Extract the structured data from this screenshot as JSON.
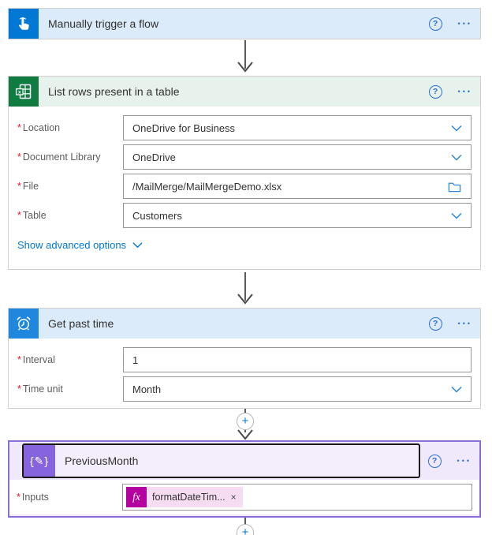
{
  "ui": {
    "required_marker": "*",
    "help_icon": "?",
    "menu_icon": "•••",
    "insert_icon": "+",
    "close_icon": "×",
    "fx_label": "fx"
  },
  "colors": {
    "trigger_blue": "#0078d4",
    "clock_blue": "#1f87dd",
    "excel_green": "#107c41",
    "compose_purple": "#8664dd",
    "selected_border_purple": "#8a6fd8",
    "header_blue": "#dcebf9",
    "header_green": "#e7f2ec",
    "header_purple": "#efe9fb",
    "chip_magenta": "#b4009e",
    "chip_background": "#f5dcf0",
    "link_blue": "#0078d4",
    "accent_blue": "#2b6fd4",
    "required_red": "#e81123"
  },
  "trigger_card": {
    "title": "Manually trigger a flow"
  },
  "excel_card": {
    "title": "List rows present in a table",
    "fields": [
      {
        "label": "Location",
        "value": "OneDrive for Business",
        "control": "dropdown"
      },
      {
        "label": "Document Library",
        "value": "OneDrive",
        "control": "dropdown"
      },
      {
        "label": "File",
        "value": "/MailMerge/MailMergeDemo.xlsx",
        "control": "file-picker"
      },
      {
        "label": "Table",
        "value": "Customers",
        "control": "dropdown"
      }
    ],
    "advanced_link": "Show advanced options"
  },
  "time_card": {
    "title": "Get past time",
    "fields": [
      {
        "label": "Interval",
        "value": "1",
        "control": "text"
      },
      {
        "label": "Time unit",
        "value": "Month",
        "control": "dropdown"
      }
    ]
  },
  "compose_card": {
    "title": "PreviousMonth",
    "inputs_label": "Inputs",
    "chip_text": "formatDateTim..."
  }
}
